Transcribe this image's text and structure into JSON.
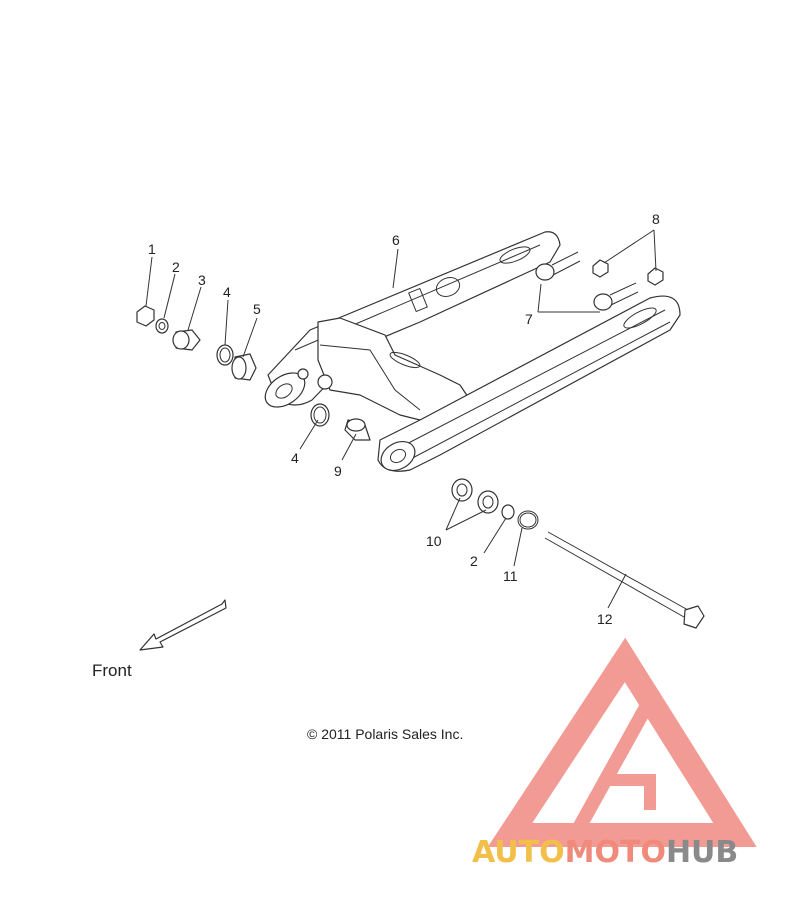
{
  "callouts": {
    "c1": "1",
    "c2a": "2",
    "c3": "3",
    "c4a": "4",
    "c5": "5",
    "c6": "6",
    "c7": "7",
    "c8": "8",
    "c4b": "4",
    "c9": "9",
    "c10": "10",
    "c2b": "2",
    "c11": "11",
    "c12": "12"
  },
  "front_label": "Front",
  "copyright": "© 2011 Polaris Sales Inc.",
  "watermark": {
    "word_part1": "AUTO",
    "word_part2": "MOTO",
    "word_part3": "HUB",
    "color_auto": "#f2c04a",
    "color_moto": "#f08a7a",
    "color_hub": "#8a8a8a",
    "color_logo": "#f08a82"
  }
}
